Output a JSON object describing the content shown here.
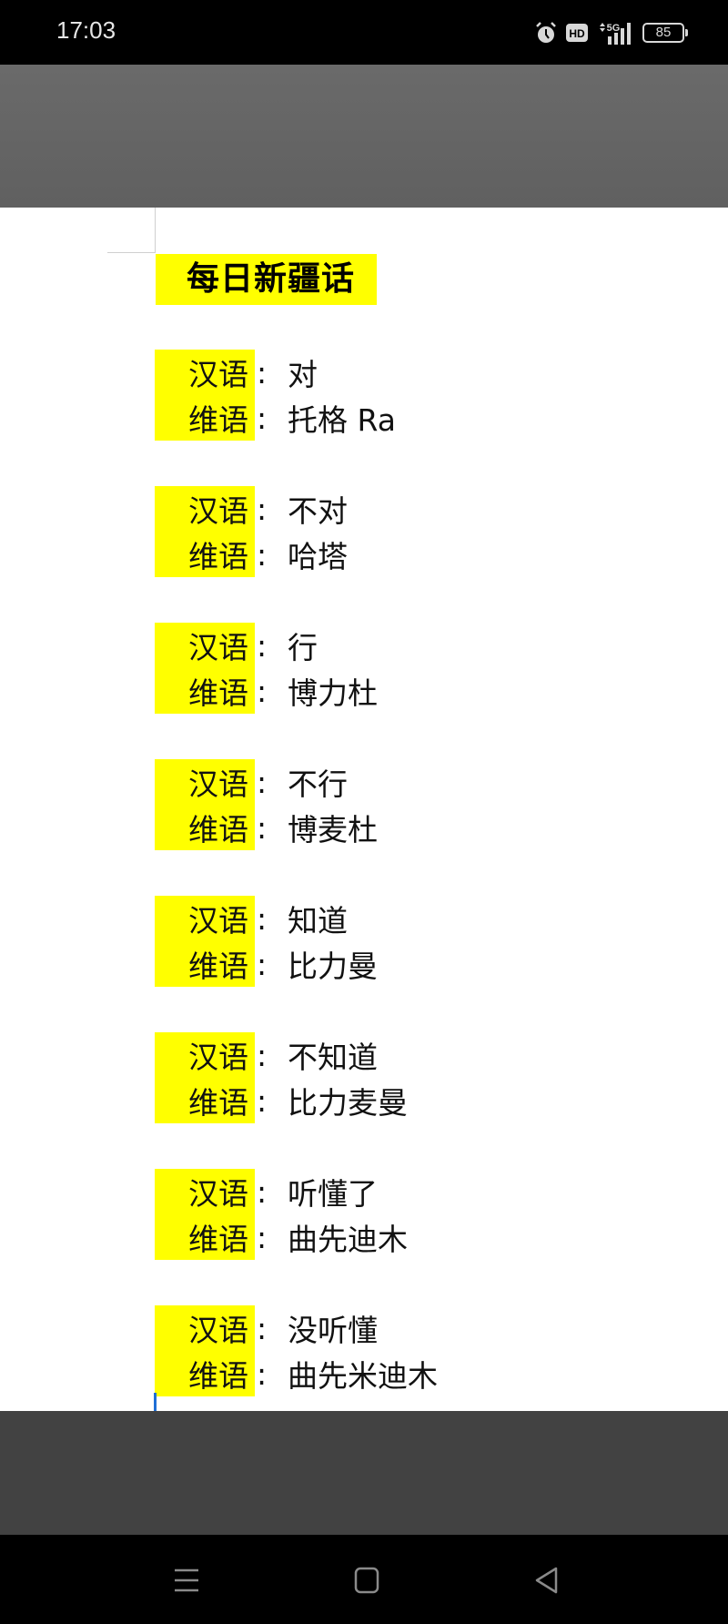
{
  "status_bar": {
    "time": "17:03",
    "icons": [
      "alarm-icon",
      "hd-icon",
      "5g-signal-icon",
      "battery-icon"
    ],
    "network": "5G",
    "hd_label": "HD",
    "battery_level": "85"
  },
  "document": {
    "title": "每日新疆话",
    "label_chinese": "汉语",
    "label_uyghur": "维语",
    "separator": ":",
    "entries": [
      {
        "chinese": "对",
        "uyghur": "托格 Ra"
      },
      {
        "chinese": "不对",
        "uyghur": "哈塔"
      },
      {
        "chinese": "行",
        "uyghur": "博力杜"
      },
      {
        "chinese": "不行",
        "uyghur": "博麦杜"
      },
      {
        "chinese": "知道",
        "uyghur": "比力曼"
      },
      {
        "chinese": "不知道",
        "uyghur": "比力麦曼"
      },
      {
        "chinese": "听懂了",
        "uyghur": "曲先迪木"
      },
      {
        "chinese": "没听懂",
        "uyghur": "曲先米迪木"
      }
    ],
    "highlight_color": "#ffff00",
    "cursor_color": "#1f6fd6"
  },
  "nav_bar": {
    "buttons": [
      "menu-icon",
      "home-icon",
      "back-icon"
    ]
  }
}
